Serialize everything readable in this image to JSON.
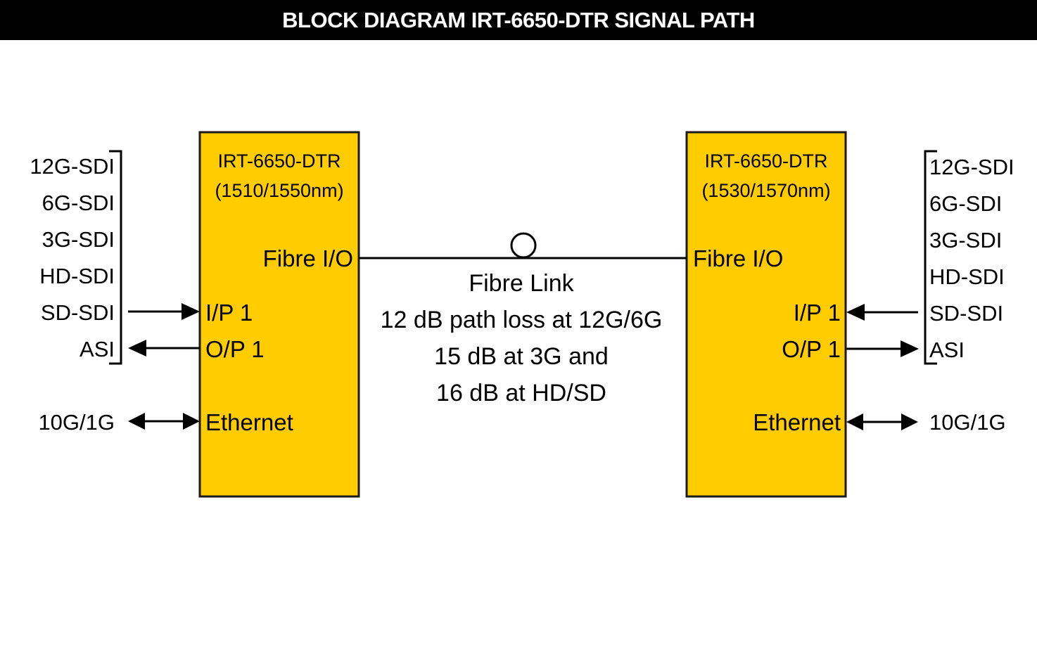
{
  "title": "BLOCK DIAGRAM IRT-6650-DTR SIGNAL PATH",
  "colors": {
    "device_fill": "#FFCC00",
    "title_bg": "#000000",
    "title_text": "#FFFFFF"
  },
  "left_device": {
    "name": "IRT-6650-DTR",
    "wavelength": "(1510/1550nm)",
    "ports": {
      "fibre": "Fibre I/O",
      "input": "I/P 1",
      "output": "O/P 1",
      "ethernet": "Ethernet"
    }
  },
  "right_device": {
    "name": "IRT-6650-DTR",
    "wavelength": "(1530/1570nm)",
    "ports": {
      "fibre": "Fibre I/O",
      "input": "I/P 1",
      "output": "O/P 1",
      "ethernet": "Ethernet"
    }
  },
  "signal_formats": [
    "12G-SDI",
    "6G-SDI",
    "3G-SDI",
    "HD-SDI",
    "SD-SDI",
    "ASI"
  ],
  "ethernet_rate": "10G/1G",
  "fibre_link": {
    "lines": [
      "Fibre Link",
      "12 dB path loss at 12G/6G",
      "15 dB at 3G and",
      "16 dB at HD/SD"
    ]
  }
}
